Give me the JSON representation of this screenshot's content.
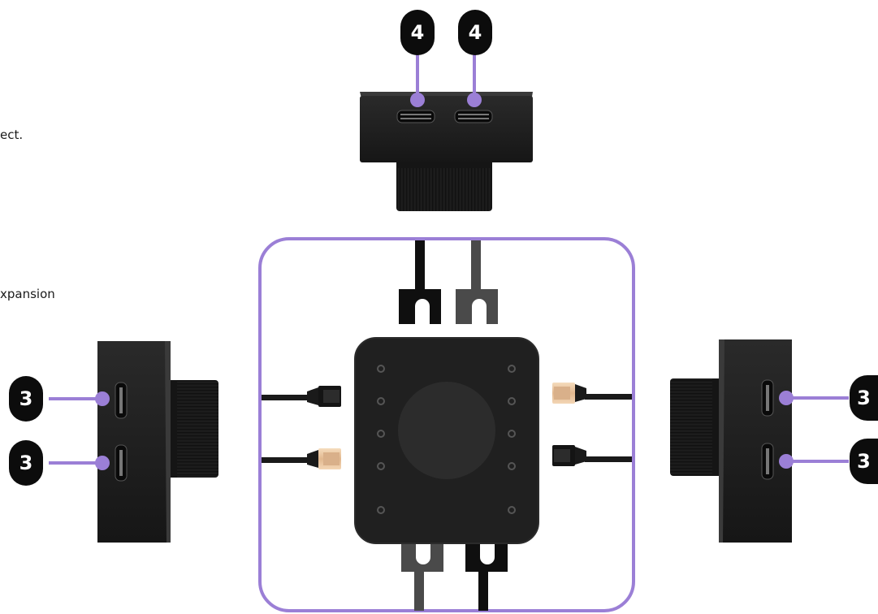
{
  "text_fragments": {
    "line_1": "ect.",
    "line_2": "xpansion"
  },
  "callouts": {
    "top": [
      "4",
      "4"
    ],
    "left": [
      "3",
      "3"
    ],
    "right": [
      "3",
      "3"
    ]
  },
  "colors": {
    "accent": "#9b7fd6",
    "device_body": "#1d1d1d",
    "badge": "#0c0c0c",
    "gold_connector": "#e9c9a6"
  }
}
